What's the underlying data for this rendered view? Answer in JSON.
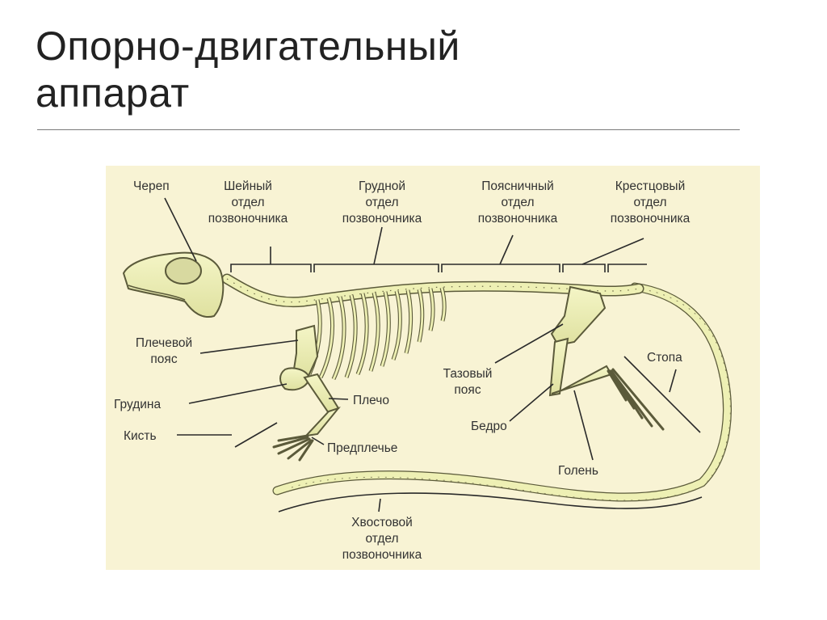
{
  "title": {
    "line1": "Опорно-двигательный",
    "line2": "аппарат"
  },
  "labels": {
    "skull": "Череп",
    "cervical": [
      "Шейный",
      "отдел",
      "позвоночника"
    ],
    "thoracic": [
      "Грудной",
      "отдел",
      "позвоночника"
    ],
    "lumbar": [
      "Поясничный",
      "отдел",
      "позвоночника"
    ],
    "sacral": [
      "Крестцовый",
      "отдел",
      "позвоночника"
    ],
    "shoulder_girdle": [
      "Плечевой",
      "пояс"
    ],
    "sternum": "Грудина",
    "hand": "Кисть",
    "humerus": "Плечо",
    "forearm": "Предплечье",
    "pelvic_girdle": [
      "Тазовый",
      "пояс"
    ],
    "femur": "Бедро",
    "shin": "Голень",
    "foot": "Стопа",
    "tail": [
      "Хвостовой",
      "отдел",
      "позвоночника"
    ]
  },
  "colors": {
    "panel": "#f8f3d4",
    "bone": "#eef0b4",
    "bone_outline": "#5b5a3a",
    "leader": "#2a2a2a",
    "text": "#333333"
  }
}
